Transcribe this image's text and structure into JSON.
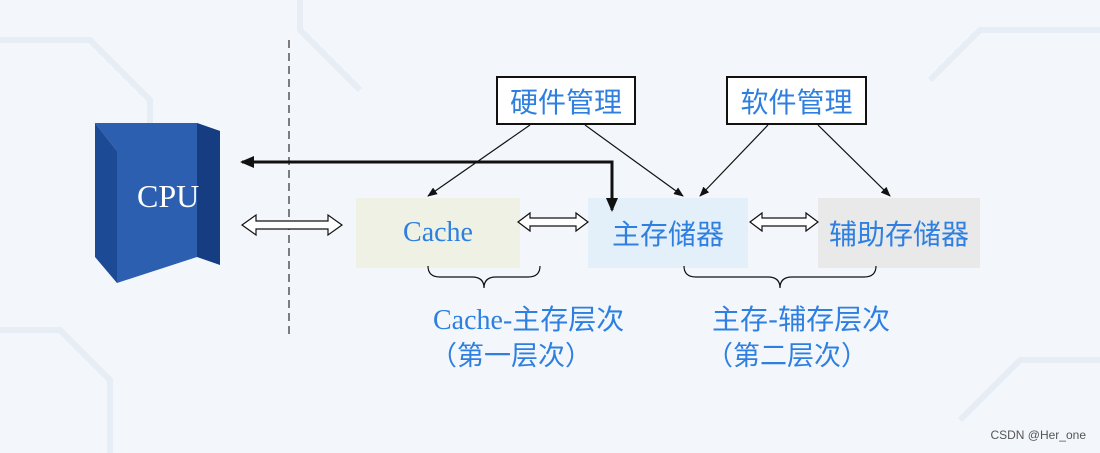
{
  "nodes": {
    "cpu": "CPU",
    "cache": "Cache",
    "main_memory": "主存储器",
    "aux_memory": "辅助存储器",
    "hardware_mgmt": "硬件管理",
    "software_mgmt": "软件管理"
  },
  "levels": {
    "first": {
      "title": "Cache-主存层次",
      "subtitle": "（第一层次）"
    },
    "second": {
      "title": "主存-辅存层次",
      "subtitle": "（第二层次）"
    }
  },
  "watermark": "CSDN @Her_one",
  "colors": {
    "label": "#2e7fe0",
    "cpu_front": "#2d5fb0",
    "cpu_side": "#163d82",
    "cache_bg": "#eef1e4",
    "main_bg": "#e4f0f9",
    "aux_bg": "#e9e9e9",
    "page_bg": "#f3f7fb"
  }
}
